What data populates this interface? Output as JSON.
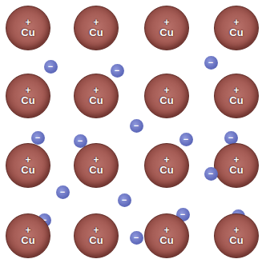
{
  "diagram": {
    "nodes": [
      {
        "text": [
          "+",
          "Cu"
        ]
      },
      {
        "text": [
          "+",
          "Cu"
        ]
      },
      {
        "text": [
          "+",
          "Cu"
        ]
      },
      {
        "text": [
          "+",
          "Cu"
        ]
      },
      {
        "text": [
          "−"
        ]
      },
      {
        "text": [
          "−"
        ]
      },
      {
        "text": [
          "−"
        ]
      },
      {
        "text": [
          "+",
          "Cu"
        ]
      },
      {
        "text": [
          "+",
          "Cu"
        ]
      },
      {
        "text": [
          "+",
          "Cu"
        ]
      },
      {
        "text": [
          "+",
          "Cu"
        ]
      },
      {
        "text": [
          "−"
        ]
      },
      {
        "text": [
          "−"
        ]
      },
      {
        "text": [
          "−"
        ]
      },
      {
        "text": [
          "−"
        ]
      },
      {
        "text": [
          "−"
        ]
      },
      {
        "text": [
          "+",
          "Cu"
        ]
      },
      {
        "text": [
          "+",
          "Cu"
        ]
      },
      {
        "text": [
          "+",
          "Cu"
        ]
      },
      {
        "text": [
          "+",
          "Cu"
        ]
      },
      {
        "text": [
          "−"
        ]
      },
      {
        "text": [
          "−"
        ]
      },
      {
        "text": [
          "−"
        ]
      },
      {
        "text": [
          "−"
        ]
      },
      {
        "text": [
          "−"
        ]
      },
      {
        "text": [
          "−"
        ]
      },
      {
        "text": [
          "−"
        ]
      },
      {
        "text": [
          "+",
          "Cu"
        ]
      },
      {
        "text": [
          "+",
          "Cu"
        ]
      },
      {
        "text": [
          "+",
          "Cu"
        ]
      },
      {
        "text": [
          "+",
          "Cu"
        ]
      }
    ]
  }
}
